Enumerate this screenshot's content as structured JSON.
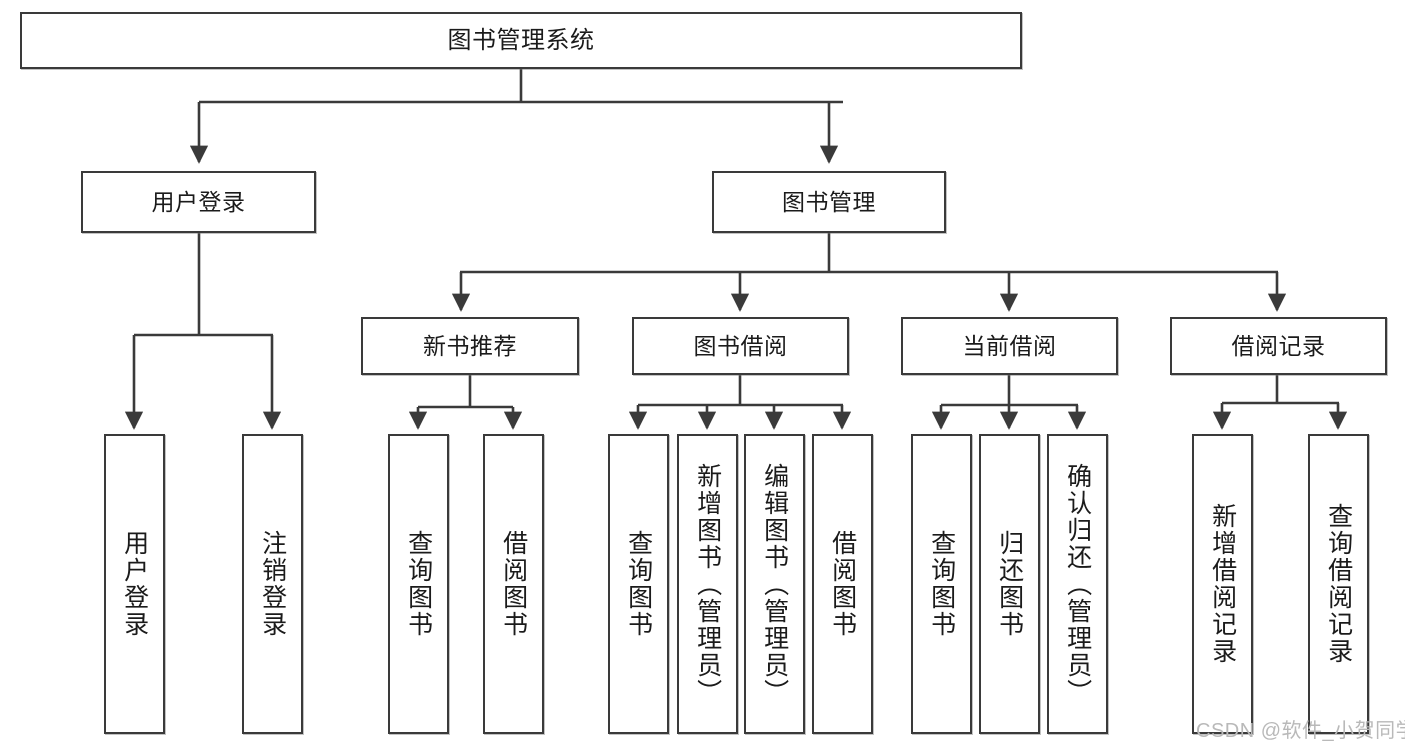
{
  "diagram": {
    "title_node": {
      "label": "图书管理系统"
    },
    "level1": [
      {
        "label": "用户登录"
      },
      {
        "label": "图书管理"
      }
    ],
    "level2": [
      {
        "label": "新书推荐"
      },
      {
        "label": "图书借阅"
      },
      {
        "label": "当前借阅"
      },
      {
        "label": "借阅记录"
      }
    ],
    "leaves": {
      "user_login": [
        {
          "label": "用户登录"
        },
        {
          "label": "注销登录"
        }
      ],
      "new_book_recommend": [
        {
          "label": "查询图书"
        },
        {
          "label": "借阅图书"
        }
      ],
      "book_borrow": [
        {
          "label": "查询图书"
        },
        {
          "label": "新增图书（管理员）"
        },
        {
          "label": "编辑图书（管理员）"
        },
        {
          "label": "借阅图书"
        }
      ],
      "current_borrow": [
        {
          "label": "查询图书"
        },
        {
          "label": "归还图书"
        },
        {
          "label": "确认归还（管理员）"
        }
      ],
      "borrow_record": [
        {
          "label": "新增借阅记录"
        },
        {
          "label": "查询借阅记录"
        }
      ]
    }
  },
  "watermark": {
    "text": "CSDN @软件_小贺同学"
  },
  "colors": {
    "box_border": "#3a3a3a",
    "box_fill": "#ffffff",
    "edge": "#3a3a3a",
    "text": "#1b1b1b",
    "watermark": "#b9b9b9"
  }
}
